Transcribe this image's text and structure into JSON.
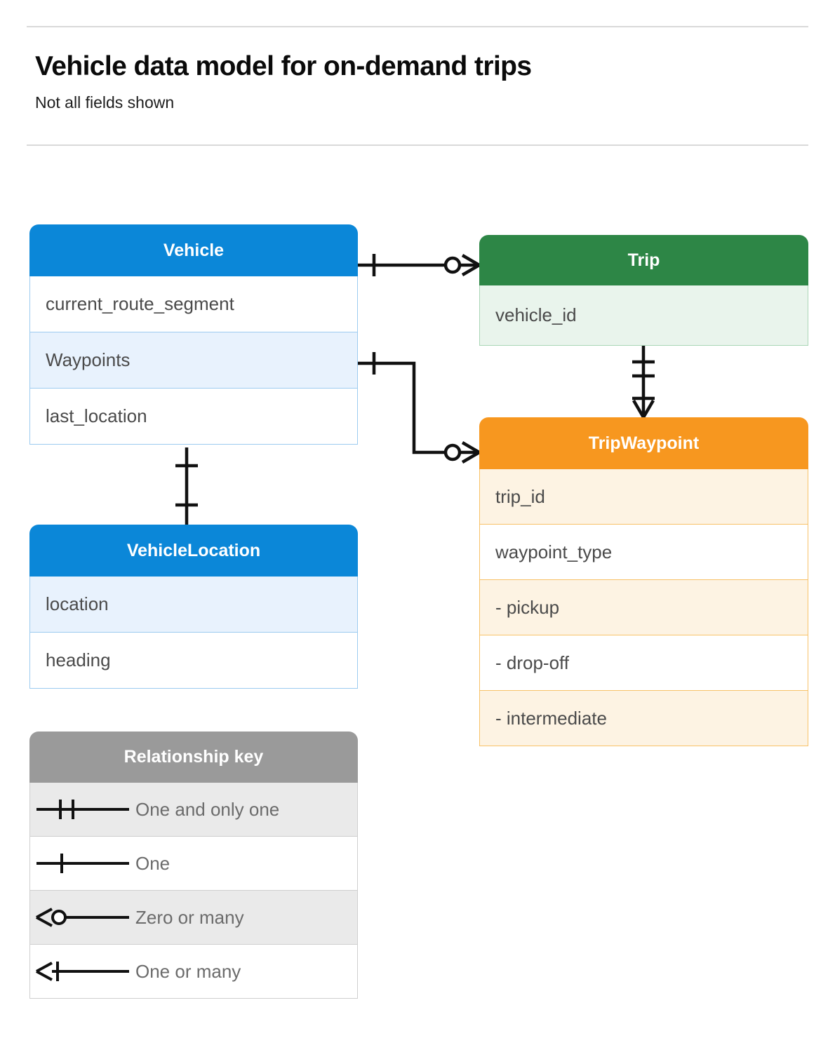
{
  "header": {
    "title": "Vehicle data model for on-demand trips",
    "subtitle": "Not all fields shown"
  },
  "colors": {
    "vehicle": "#0b87d8",
    "trip": "#2d8646",
    "tripwaypoint": "#f7971f",
    "legend": "#9a9a9a",
    "connector": "#111111",
    "rule": "#d9d9d9"
  },
  "entities": [
    {
      "id": "vehicle",
      "name": "Vehicle",
      "color": "blue",
      "rows": [
        {
          "label": "current_route_segment",
          "highlight": false
        },
        {
          "label": "Waypoints",
          "highlight": true
        },
        {
          "label": "last_location",
          "highlight": false
        }
      ]
    },
    {
      "id": "trip",
      "name": "Trip",
      "color": "green",
      "rows": [
        {
          "label": "vehicle_id",
          "highlight": true
        }
      ]
    },
    {
      "id": "tripwaypoint",
      "name": "TripWaypoint",
      "color": "orange",
      "rows": [
        {
          "label": "trip_id",
          "highlight": true
        },
        {
          "label": "waypoint_type",
          "highlight": false
        },
        {
          "label": "-  pickup",
          "highlight": true
        },
        {
          "label": "-  drop-off",
          "highlight": false
        },
        {
          "label": "-  intermediate",
          "highlight": true
        }
      ]
    },
    {
      "id": "vehiclelocation",
      "name": "VehicleLocation",
      "color": "blue",
      "rows": [
        {
          "label": "location",
          "highlight": true
        },
        {
          "label": "heading",
          "highlight": false
        }
      ]
    }
  ],
  "legend": {
    "title": "Relationship key",
    "items": [
      {
        "symbol": "one-and-only-one-icon",
        "label": "One and only one"
      },
      {
        "symbol": "one-icon",
        "label": "One"
      },
      {
        "symbol": "zero-or-many-icon",
        "label": "Zero or many"
      },
      {
        "symbol": "one-or-many-icon",
        "label": "One or many"
      }
    ]
  },
  "relationships": [
    {
      "id": "vehicle-to-trip",
      "from": "Vehicle",
      "to": "Trip",
      "from_cardinality": "One",
      "to_cardinality": "Zero or many"
    },
    {
      "id": "vehicle-waypoints-to-tripwaypoint",
      "from": "Vehicle.Waypoints",
      "to": "TripWaypoint",
      "from_cardinality": "One",
      "to_cardinality": "Zero or many"
    },
    {
      "id": "trip-to-tripwaypoint",
      "from": "Trip",
      "to": "TripWaypoint",
      "from_cardinality": "One and only one",
      "to_cardinality": "One or many"
    },
    {
      "id": "vehicle-to-vehiclelocation",
      "from": "Vehicle",
      "to": "VehicleLocation",
      "from_cardinality": "One",
      "to_cardinality": "One"
    }
  ]
}
